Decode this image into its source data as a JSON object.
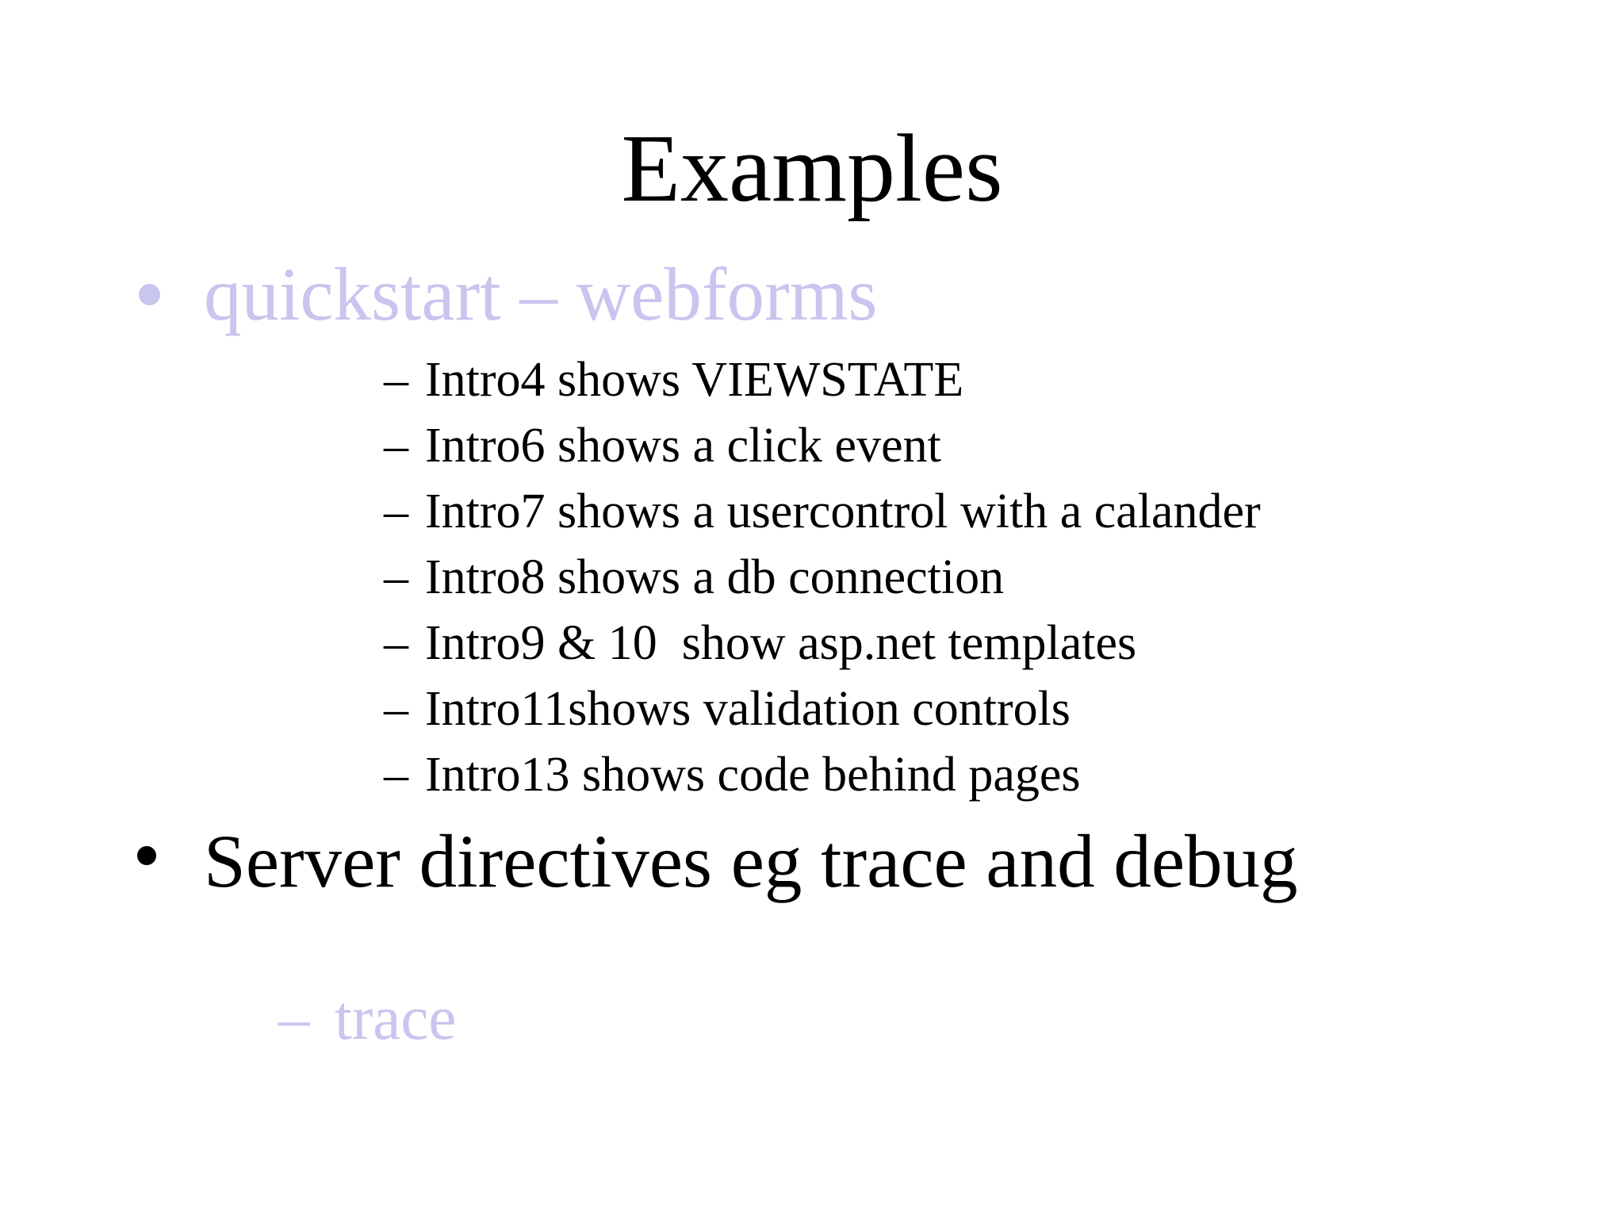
{
  "slide": {
    "title": "Examples",
    "colors": {
      "background": "#ffffff",
      "text_black": "#000000",
      "accent_lavender": "#c8c5ef"
    },
    "markers": {
      "level1_bullet": "•",
      "level2_dash": "–"
    },
    "bullet_quickstart": {
      "label": "quickstart – webforms",
      "color": "#c8c5ef",
      "items": [
        "Intro4 shows VIEWSTATE",
        "Intro6 shows a click event",
        "Intro7 shows a usercontrol with a calander",
        "Intro8 shows a db connection",
        "Intro9 & 10  show asp.net templates",
        "Intro11shows validation controls",
        "Intro13 shows code behind pages"
      ]
    },
    "bullet_server": {
      "label": "Server directives eg trace and debug",
      "color": "#000000",
      "items": [
        "trace"
      ]
    }
  }
}
